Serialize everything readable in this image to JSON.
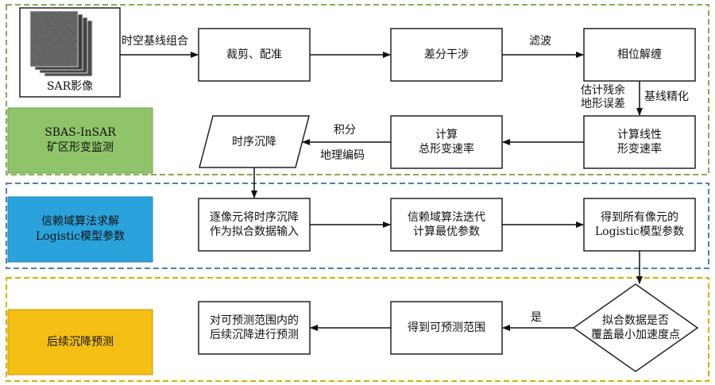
{
  "colors": {
    "stage1_border": "#7fae4f",
    "stage2_border": "#4a7fb8",
    "stage3_border": "#d4b000",
    "stage1_fill": "#8fc46b",
    "stage2_fill": "#2aa3dc",
    "stage3_fill": "#f5bf13",
    "box_stroke": "#222222"
  },
  "stages": {
    "s1": "SBAS-InSAR\n矿区形变监测",
    "s2": "信赖域算法求解\nLogistic模型参数",
    "s3": "后续沉降预测"
  },
  "nodes": {
    "sar_image": "SAR影像",
    "crop_register": "裁剪、配准",
    "diff_interferometry": "差分干涉",
    "phase_unwrap": "相位解缠",
    "calc_linear_rate": "计算线性\n形变速率",
    "calc_total_rate": "计算\n总形变速率",
    "time_series_subsidence": "时序沉降",
    "pixel_input": "逐像元将时序沉降\n作为拟合数据输入",
    "trust_region": "信赖域算法迭代\n计算最优参数",
    "get_params": "得到所有像元的\nLogistic模型参数",
    "decision": "拟合数据是否\n覆盖最小加速度点",
    "get_range": "得到可预测范围",
    "predict": "对可预测范围内的\n后续沉降进行预测"
  },
  "edges": {
    "baseline_combo": "时空基线组合",
    "filter": "滤波",
    "estimate_residual": "估计残余\n地形误差",
    "baseline_refine": "基线精化",
    "integral": "积分",
    "geocoding": "地理编码",
    "yes": "是"
  }
}
